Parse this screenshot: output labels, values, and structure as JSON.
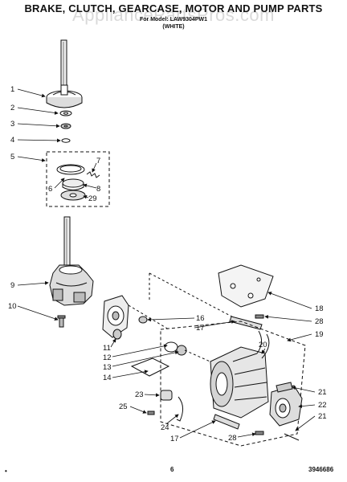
{
  "header": {
    "title": "BRAKE, CLUTCH, GEARCASE, MOTOR AND PUMP PARTS",
    "subtitle_line1": "For Model: LAW9304PW1",
    "subtitle_line2": "(WHITE)"
  },
  "watermark": "AppliancePartsPros.com",
  "footer": {
    "page_number": "6",
    "doc_number": "3946686",
    "left_mark": "•"
  },
  "callouts": [
    "1",
    "2",
    "3",
    "4",
    "5",
    "6",
    "7",
    "8",
    "29",
    "9",
    "10",
    "11",
    "12",
    "13",
    "14",
    "16",
    "17",
    "18",
    "28",
    "19",
    "20",
    "21",
    "22",
    "23",
    "25",
    "24",
    "17",
    "28"
  ],
  "colors": {
    "ink": "#111111",
    "watermark": "#aaaaaa",
    "background": "#ffffff"
  }
}
